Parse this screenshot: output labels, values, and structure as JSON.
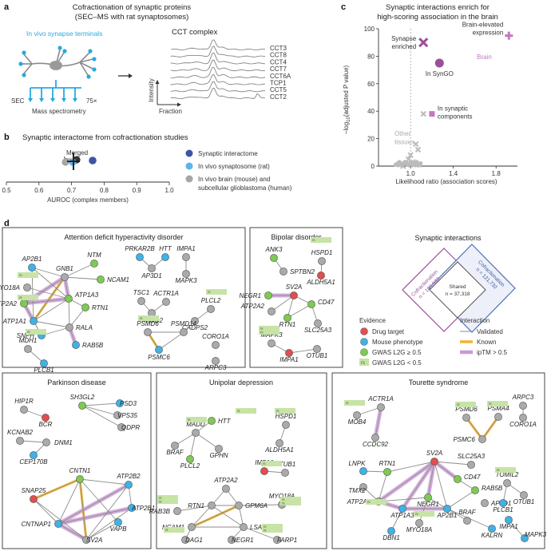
{
  "panel_labels": {
    "a": "a",
    "b": "b",
    "c": "c",
    "d": "d"
  },
  "panel_a": {
    "title_line1": "Cofractionation of synaptic proteins",
    "title_line2": "(SEC–MS with rat synaptosomes)",
    "in_vivo_label": "In vivo synapse terminals",
    "sec_label": "SEC",
    "replicates": "75×",
    "ms_label": "Mass spectrometry",
    "complex_title": "CCT complex",
    "traces": [
      "CCT3",
      "CCT8",
      "CCT4",
      "CCT7",
      "CCT6A",
      "TCP1",
      "CCT5",
      "CCT2"
    ],
    "y_axis": "Intensity",
    "x_axis": "Fraction",
    "colors": {
      "accent": "#29a9e0"
    }
  },
  "panel_b": {
    "title": "Synaptic interactome from cofractionation studies",
    "merged_label": "Merged",
    "axis_title": "AUROC (complex members)",
    "ticks": [
      "0.5",
      "0.6",
      "0.7",
      "0.8",
      "0.9",
      "1.0"
    ],
    "legend": [
      {
        "label": "Synaptic interactome",
        "color": "#3d55a4"
      },
      {
        "label": "In vivo synaptosome (rat)",
        "color": "#5bb6e8"
      },
      {
        "label": "In vivo brain (mouse) and",
        "color": "#a6a6a6"
      },
      {
        "label": "subcellular glioblastoma (human)",
        "color": ""
      }
    ]
  },
  "chart_data": {
    "type": "scatter",
    "title": "Synaptic interactions enrich for high-scoring association in the brain",
    "title_line1": "Synaptic interactions enrich for",
    "title_line2": "high-scoring association in the brain",
    "xlabel": "Likelihood ratio (association scores)",
    "ylabel_prefix": "−log",
    "ylabel_sub": "10",
    "ylabel_suffix": "(adjusted P value)",
    "xlim": [
      0.7,
      2.0
    ],
    "ylim": [
      0,
      100
    ],
    "xticks": [
      1.0,
      1.4,
      1.8
    ],
    "xtick_labels": [
      "1.0",
      "1.4",
      "1.8"
    ],
    "yticks": [
      0,
      20,
      40,
      60,
      80,
      100
    ],
    "ytick_labels": [
      "0",
      "20",
      "40",
      "60",
      "80",
      "100"
    ],
    "points": [
      {
        "label": "Synapse enriched",
        "x": 1.12,
        "y": 90,
        "shape": "x",
        "color": "#9b4f96"
      },
      {
        "label": "Brain-elevated expression",
        "x": 1.92,
        "y": 95,
        "shape": "plus",
        "color": "#c478c0"
      },
      {
        "label": "In SynGO",
        "x": 1.27,
        "y": 75,
        "shape": "circle",
        "color": "#9b4f96"
      },
      {
        "label": "In synaptic components",
        "x": 1.2,
        "y": 38,
        "shape": "square",
        "color": "#c478c0"
      }
    ],
    "brain_label": "Brain",
    "other_label": "Other",
    "tissues_label": "tissues",
    "other_points": [
      [
        1.0,
        8
      ],
      [
        1.05,
        16
      ],
      [
        1.07,
        12
      ],
      [
        1.12,
        38
      ],
      [
        0.95,
        2
      ],
      [
        0.98,
        5
      ],
      [
        1.0,
        1
      ],
      [
        1.02,
        3
      ],
      [
        1.04,
        2
      ],
      [
        1.06,
        1
      ],
      [
        0.9,
        1
      ],
      [
        0.93,
        0
      ],
      [
        1.08,
        1
      ]
    ],
    "other_color": "#bbbbbb"
  },
  "panel_d": {
    "adhd_title": "Attention deficit hyperactivity disorder",
    "bipolar_title": "Bipolar disorder",
    "parkinson_title": "Parkinson disease",
    "unipolar_title": "Unipolar depression",
    "tourette_title": "Tourette syndrome",
    "venn_title": "Synaptic interactions",
    "venn_left_1": "Cofractionation",
    "venn_left_2": "n = 109,933",
    "venn_right_1": "Cofractionation",
    "venn_right_2": "n = 121,732",
    "venn_shared_1": "Shared",
    "venn_shared_2": "n = 37,318",
    "evidence_title": "Evidence",
    "evidence": [
      "Drug target",
      "Mouse phenotype",
      "GWAS L2G ≥ 0.5",
      "GWAS L2G < 0.5"
    ],
    "rs_sample": "rs",
    "interaction_title": "Interaction",
    "interaction": [
      "Validated",
      "Known",
      "ipTM > 0.5"
    ],
    "colors": {
      "drug": "#e24d4d",
      "mouse": "#3fb2e6",
      "gwas_hi": "#7ecb4f",
      "gwas_lo": "#c7e3a6",
      "known": "#f0b433",
      "iptm": "#c99ad4",
      "node_gray": "#aaaaaa"
    },
    "genes": {
      "adhd": [
        "AP2B1",
        "NTM",
        "GNB1",
        "NCAM1",
        "MYO18A",
        "ATP1A3",
        "ATP2A2",
        "RTN1",
        "ATP1A1",
        "RALA",
        "SNPH",
        "RAB5B",
        "PRKAR2B",
        "HTT",
        "AP3D1",
        "IMPA1",
        "MAPK3",
        "TSC1",
        "ACTR1A",
        "TMOD2",
        "PLCL2",
        "CADPS2",
        "PSMD6",
        "PSMD14",
        "PSMC6",
        "CORO1A",
        "ARPC3",
        "MDH1",
        "PLCB1"
      ],
      "bipolar": [
        "ANK3",
        "HSPD1",
        "SPTBN2",
        "ALDH5A1",
        "NEGR1",
        "SV2A",
        "CD47",
        "ATP2A2",
        "RTN1",
        "SLC25A3",
        "MAPK3",
        "IMPA1",
        "OTUB1"
      ],
      "parkinson": [
        "HIP1R",
        "BCR",
        "SH3GL2",
        "PSD3",
        "VPS35",
        "QDPR",
        "KCNAB2",
        "DNM1",
        "CEP170B",
        "CNTN1",
        "ATP2B2",
        "SNAP25",
        "ATP2B1",
        "CNTNAP1",
        "VAPB",
        "SV2A"
      ],
      "unipolar": [
        "MADD",
        "HTT",
        "BRAF",
        "GPHN",
        "PLCL2",
        "HSPD1",
        "ALDH5A1",
        "IMPA1",
        "OTUB1",
        "ATP2A2",
        "RTN1",
        "GPM6A",
        "MYO18A",
        "RAB3B",
        "NCAM1",
        "LSAMP",
        "DAG1",
        "NEGR1",
        "FARP1"
      ],
      "tourette": [
        "MOB4",
        "ACTR1A",
        "PSMD6",
        "PSMA4",
        "CCDC92",
        "PSMC6",
        "ARPC3",
        "CORO1A",
        "SV2A",
        "SLC25A3",
        "LNPK",
        "RTN1",
        "CD47",
        "RAB5B",
        "TMX2",
        "ATP2A2",
        "NEGR1",
        "AP3D1",
        "TOMIL2",
        "ATP1A3",
        "AP2B1",
        "OTUB1",
        "PLCB1",
        "DBN1",
        "MYO18A",
        "KALRN",
        "BRAF",
        "IMPA1",
        "MAPK3"
      ]
    }
  }
}
